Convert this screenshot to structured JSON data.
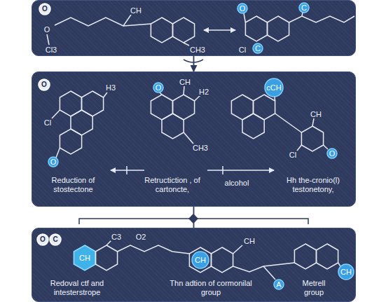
{
  "diagram": {
    "nodes": [
      {
        "text": [
          "O",
          "O",
          "Cl3",
          "CH",
          "CH3",
          "O",
          "Cl",
          "C",
          "C"
        ]
      },
      {
        "text": [
          "O",
          "H3",
          "Cl",
          "O",
          "O",
          "CH",
          "H2",
          "CH3",
          "cCH",
          "CH",
          "Cl",
          "O",
          "Reduction of stostectone",
          "Retructiction , of cartoncte,",
          "alcohol",
          "Hh the-cronio(l) testonetony,"
        ]
      },
      {
        "text": [
          "O",
          "C",
          "CH",
          "C3",
          "O2",
          "CH",
          "CH",
          "CH",
          "A",
          "Redoval ctf and intesterstrope",
          "Thn adtion of cormonilal group",
          "Metrell group"
        ]
      }
    ],
    "edges": [
      {
        "from": 0,
        "to": 1,
        "arrow": "to"
      },
      {
        "from": 1,
        "to": 2,
        "arrow": "none"
      }
    ]
  }
}
